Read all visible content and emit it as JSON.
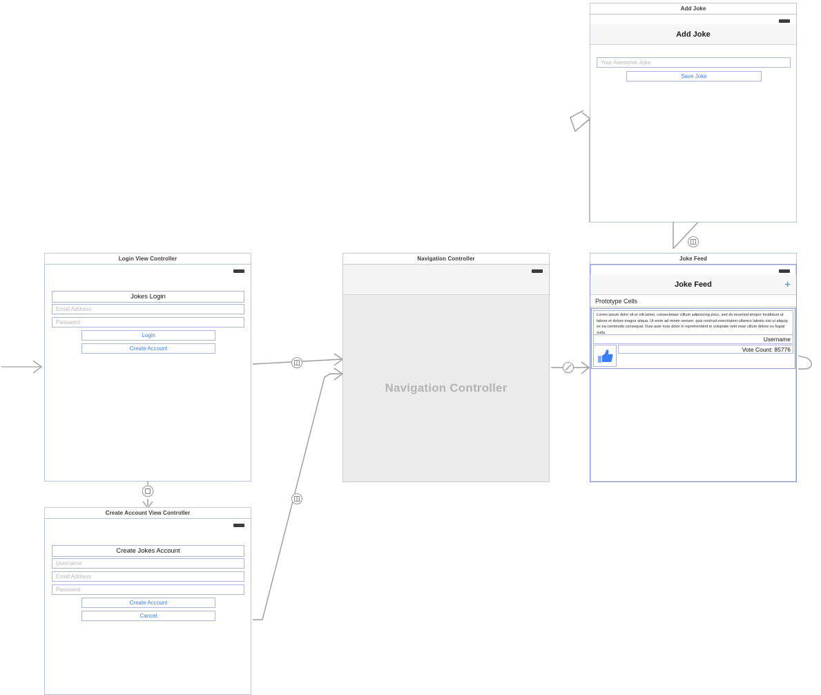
{
  "canvas": {
    "background": "#ffffff",
    "accent_blue": "#3b7dfa",
    "scene_border": "#b9c0de",
    "selected_border": "#8d9ad4",
    "label_gray": "#b4b4b4"
  },
  "scenes": {
    "login": {
      "title": "Login View Controller",
      "header_label": "Jokes Login",
      "fields": [
        {
          "name": "email",
          "placeholder": "Email Address"
        },
        {
          "name": "password",
          "placeholder": "Password"
        }
      ],
      "buttons": [
        {
          "name": "login",
          "label": "Login"
        },
        {
          "name": "create-account",
          "label": "Create Account"
        }
      ]
    },
    "create_account": {
      "title": "Create Account View Controller",
      "header_label": "Create Jokes Account",
      "fields": [
        {
          "name": "username",
          "placeholder": "Username"
        },
        {
          "name": "email",
          "placeholder": "Email Address"
        },
        {
          "name": "password",
          "placeholder": "Password"
        }
      ],
      "buttons": [
        {
          "name": "create-account",
          "label": "Create Account"
        },
        {
          "name": "cancel",
          "label": "Cancel"
        }
      ]
    },
    "navigation_controller": {
      "title": "Navigation Controller",
      "placeholder_label": "Navigation Controller"
    },
    "joke_feed": {
      "title": "Joke Feed",
      "navbar_title": "Joke Feed",
      "add_button_glyph": "+",
      "prototype_cells_label": "Prototype Cells",
      "cell": {
        "joke_text": "Lorem ipsum dolor sit er elit lamet, consectetaur cillium adipisicing pecu, sed do eiusmod tempor incididunt ut labore et dolore magna aliqua. Ut enim ad minim veniam, quis nostrud exercitation ullamco laboris nisi ut aliquip ex ea commodo consequat. Duis aute irure dolor in reprehenderit in voluptate velit esse cillum dolore eu fugiat nulla",
        "username_label": "Username",
        "vote_count_label": "Vote Count: 85776",
        "thumb_icon": "thumbs-up-icon"
      }
    },
    "add_joke": {
      "title": "Add Joke",
      "navbar_title": "Add Joke",
      "field": {
        "name": "joke",
        "placeholder": "Your Awesome Joke"
      },
      "button": {
        "name": "save-joke",
        "label": "Save Joke"
      }
    }
  },
  "segues": [
    {
      "name": "entry-point-arrow",
      "kind": "entry-point",
      "icon": "arrow-right-icon"
    },
    {
      "name": "login-to-navigation-controller",
      "kind": "show",
      "icon": "show-segue-icon"
    },
    {
      "name": "login-to-create-account",
      "kind": "modal",
      "icon": "modal-segue-icon"
    },
    {
      "name": "create-account-to-navigation-controller",
      "kind": "show",
      "icon": "show-segue-icon"
    },
    {
      "name": "navigation-controller-root-joke-feed",
      "kind": "relationship",
      "icon": "relationship-segue-icon"
    },
    {
      "name": "joke-feed-to-add-joke",
      "kind": "show",
      "icon": "show-segue-icon"
    }
  ]
}
